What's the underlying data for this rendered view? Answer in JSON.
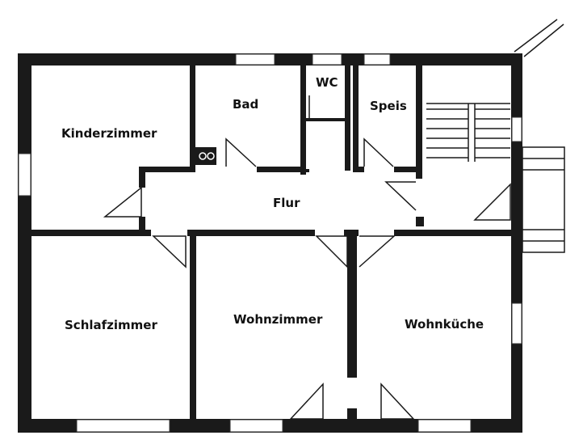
{
  "rooms": {
    "kinderzimmer": "Kinderzimmer",
    "bad": "Bad",
    "wc": "WC",
    "speis": "Speis",
    "flur": "Flur",
    "schlafzimmer": "Schlafzimmer",
    "wohnzimmer": "Wohnzimmer",
    "wohnkueche": "Wohnküche"
  },
  "colors": {
    "wall": "#1a1a1a",
    "background": "#ffffff",
    "line": "#333333"
  }
}
